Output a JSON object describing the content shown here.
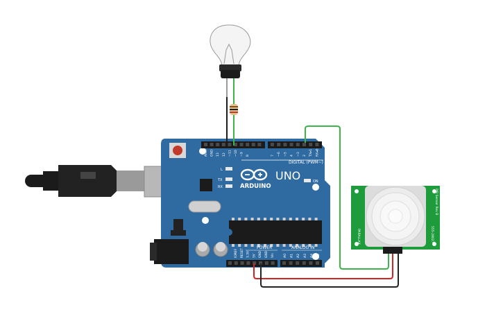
{
  "board": {
    "brand": "ARDUINO",
    "model": "UNO",
    "section_digital": "DIGITAL (PWM~)",
    "section_power": "POWER",
    "section_analog": "ANALOG IN",
    "top_pins": [
      "AREF",
      "GND",
      "13",
      "12",
      "~11",
      "~10",
      "~9",
      "8",
      "7",
      "~6",
      "~5",
      "4",
      "~3",
      "2",
      "TX▸1",
      "RX◂0"
    ],
    "power_pins": [
      "IOREF",
      "RESET",
      "3.3V",
      "5V",
      "GND",
      "GND",
      "Vin"
    ],
    "analog_pins": [
      "A0",
      "A1",
      "A2",
      "A3",
      "A4",
      "A5"
    ],
    "led_labels": [
      "L",
      "TX",
      "RX"
    ],
    "on_label": "ON"
  },
  "sensor": {
    "label_left": "PARALLAX",
    "label_right": "555-28027",
    "label_side": "PIR Sensor Rev B"
  },
  "colors": {
    "board": "#2f6aa1",
    "sensor_pcb": "#1e9b3b",
    "wire_signal": "#3db34a",
    "wire_power": "#d42323",
    "wire_ground": "#222222",
    "bulb_glass": "#f4f4f4",
    "bulb_base": "#2a2a2a"
  }
}
